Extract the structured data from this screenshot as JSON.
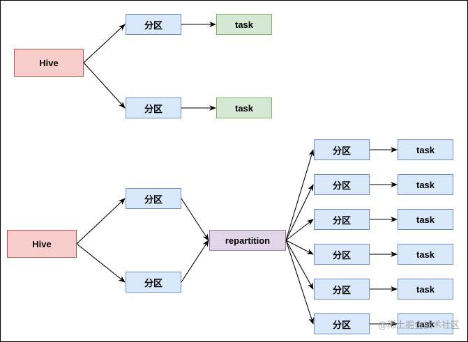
{
  "diagram1": {
    "hive": "Hive",
    "partitions": [
      "分区",
      "分区"
    ],
    "tasks": [
      "task",
      "task"
    ]
  },
  "diagram2": {
    "hive": "Hive",
    "partitions": [
      "分区",
      "分区"
    ],
    "repartition": "repartition",
    "out_partitions": [
      "分区",
      "分区",
      "分区",
      "分区",
      "分区",
      "分区"
    ],
    "tasks": [
      "task",
      "task",
      "task",
      "task",
      "task",
      "task"
    ]
  },
  "watermark": "@稀土掘金技术社区"
}
